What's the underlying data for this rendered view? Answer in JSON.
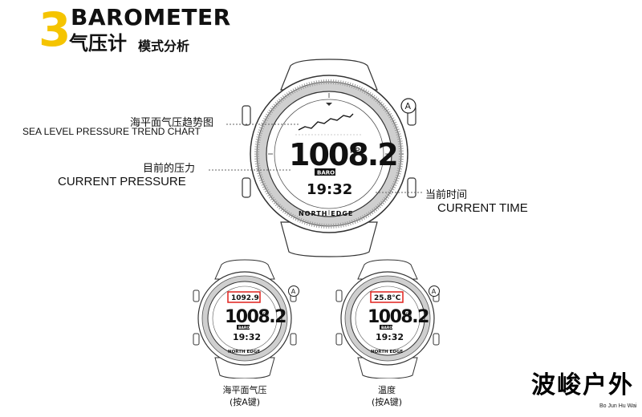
{
  "header": {
    "number": "3",
    "title_en": "BAROMETER",
    "title_zh_main": "气压计",
    "title_zh_sub": "模式分析",
    "accent_color": "#f5c400"
  },
  "main_watch": {
    "pressure_value": "1008.2",
    "pressure_unit": "hPa",
    "mode_badge": "BARO",
    "time": "19:32",
    "bezel_text": "NORTH   EDGE",
    "button_letter": "A"
  },
  "callouts": {
    "trend_zh": "海平面气压趋势图",
    "trend_en": "SEA LEVEL PRESSURE TREND CHART",
    "pressure_zh": "目前的压力",
    "pressure_en": "CURRENT PRESSURE",
    "time_zh": "当前时间",
    "time_en": "CURRENT TIME"
  },
  "small_watches": [
    {
      "highlight_value": "1092.9",
      "pressure_value": "1008.2",
      "pressure_unit": "hPa",
      "mode_badge": "BARO",
      "time": "19:32",
      "bezel_text": "NORTH  EDGE",
      "button_letter": "A",
      "caption_line1": "海平面气压",
      "caption_line2": "(按A键)"
    },
    {
      "highlight_value": "25.8°C",
      "pressure_value": "1008.2",
      "pressure_unit": "hPa",
      "mode_badge": "BARO",
      "time": "19:32",
      "bezel_text": "NORTH  EDGE",
      "button_letter": "A",
      "caption_line1": "温度",
      "caption_line2": "(按A键)"
    }
  ],
  "highlight_color": "#e0201c",
  "brand": {
    "name_zh": "波峻户外",
    "name_en": "Bo Jun Hu Wai"
  }
}
